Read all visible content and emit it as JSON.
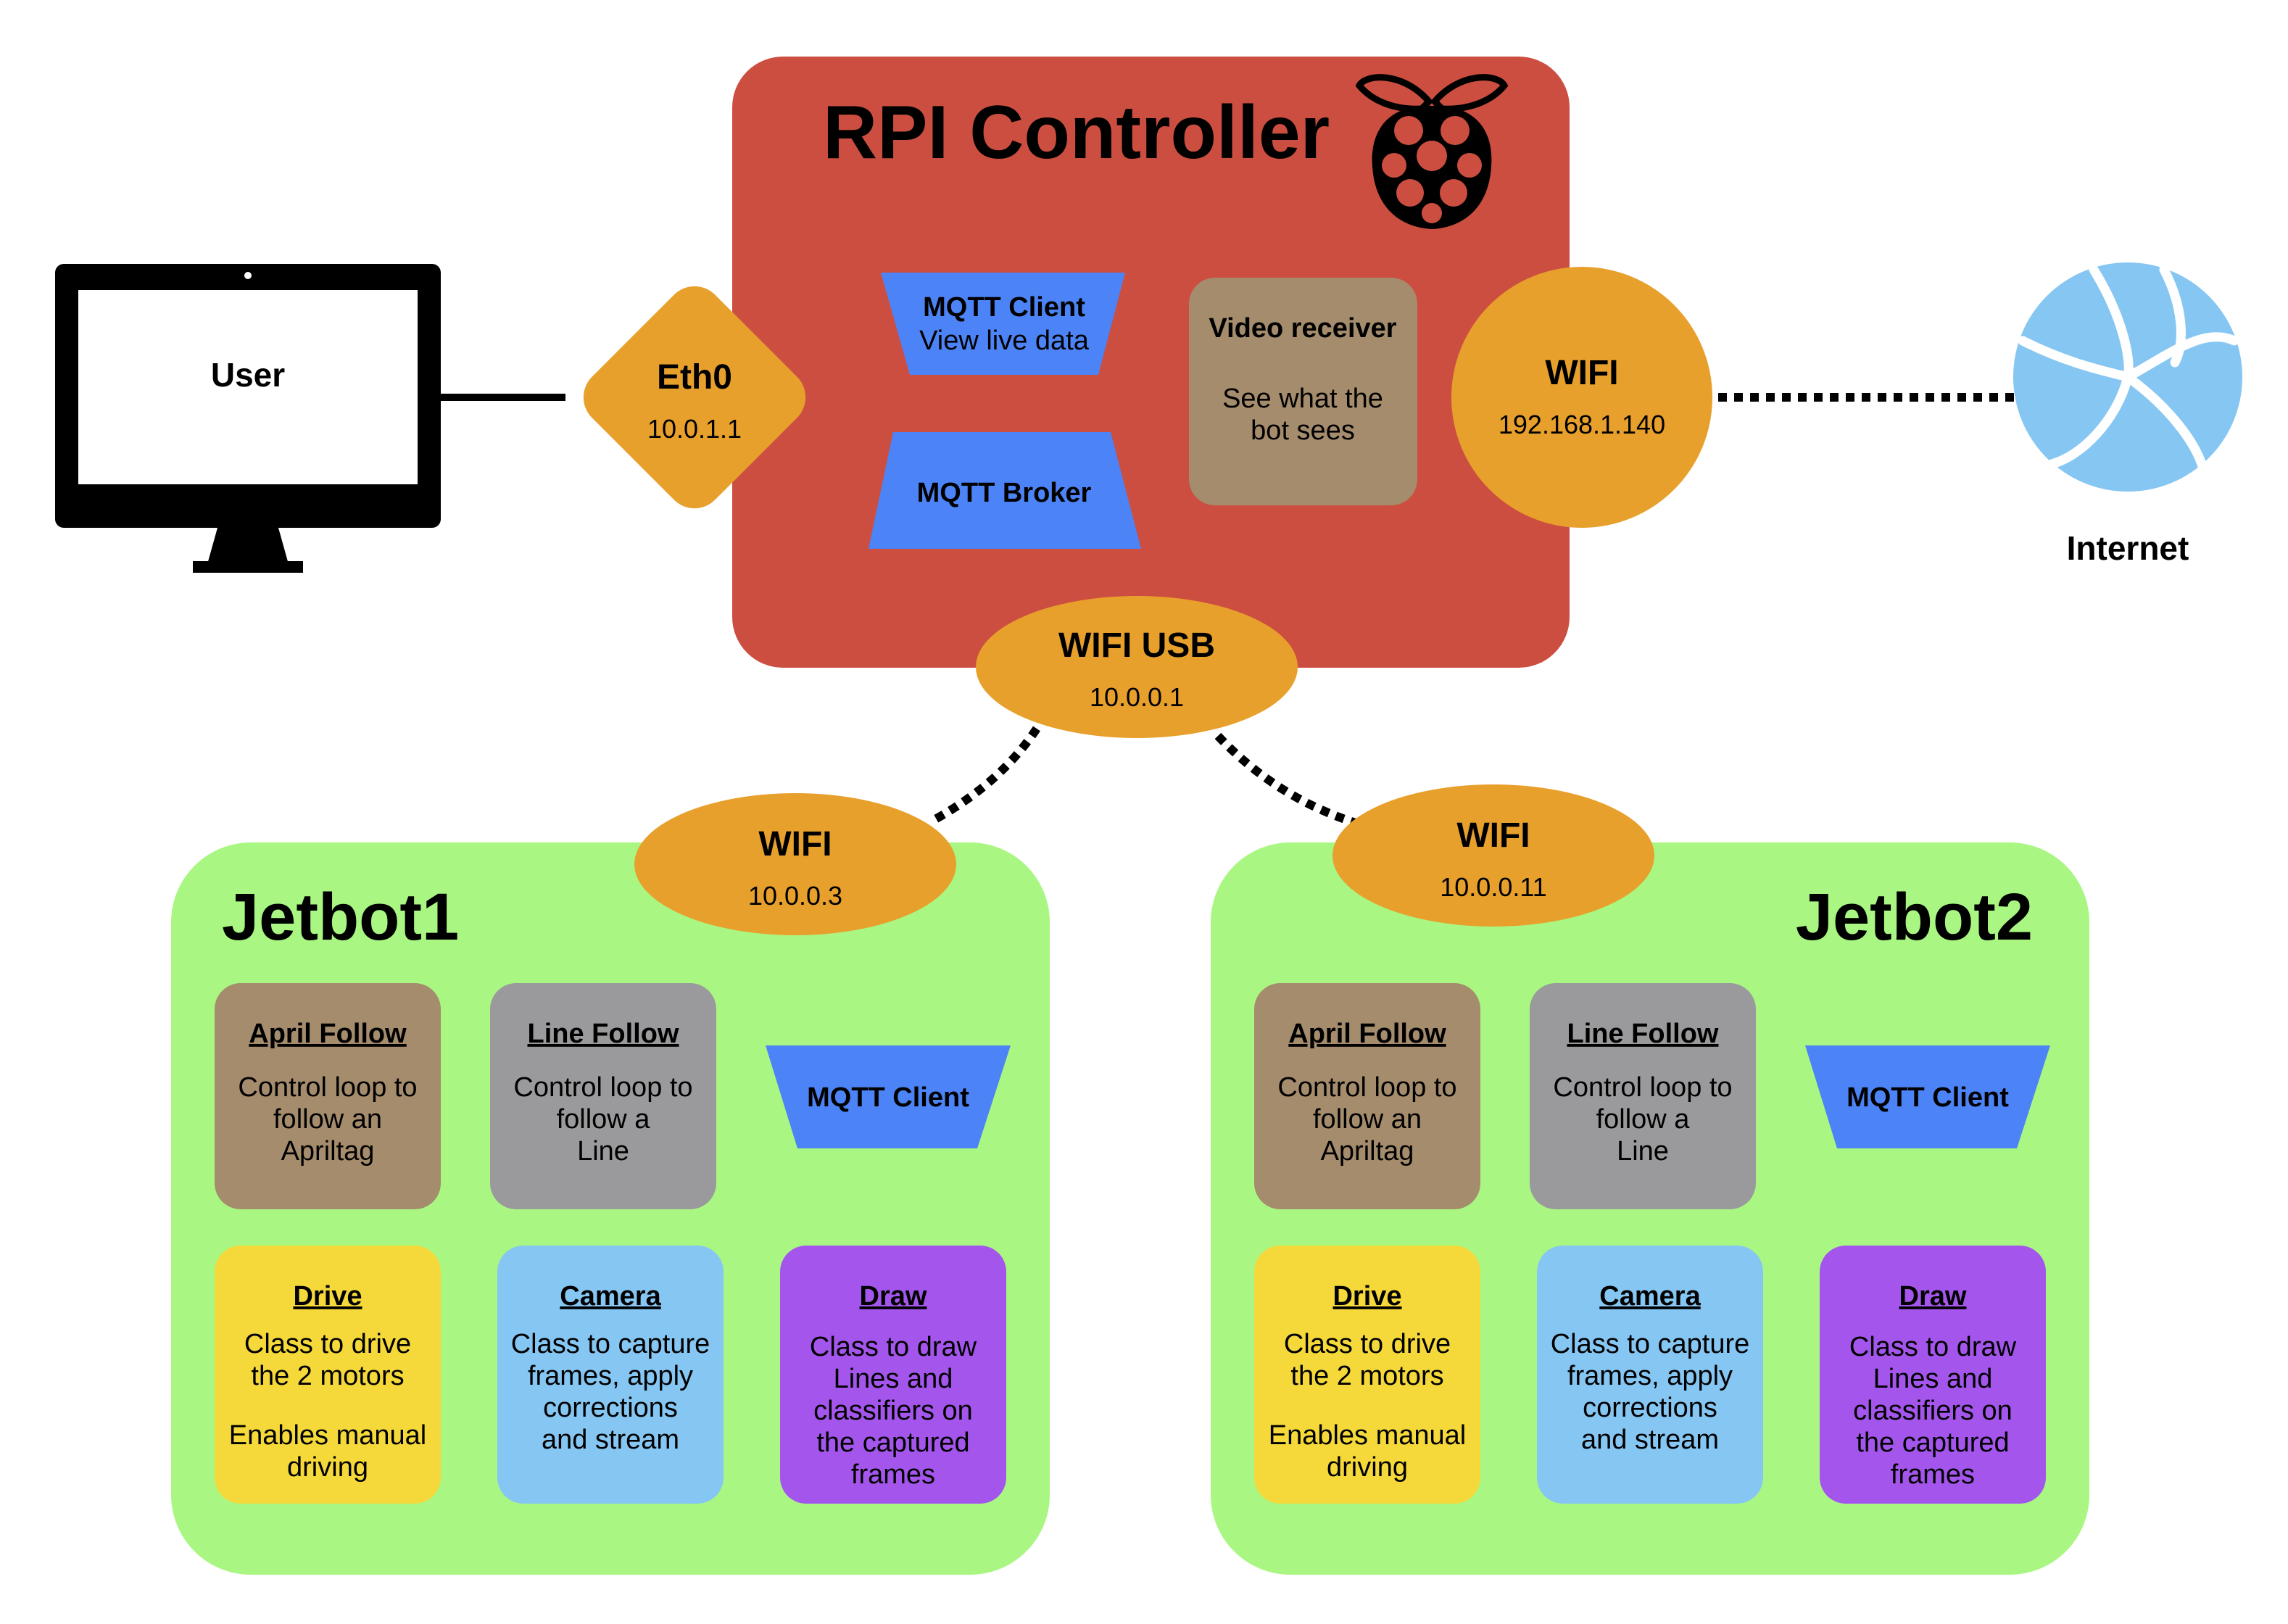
{
  "colors": {
    "rpi_box": "#cc4e40",
    "jetbot_box": "#a9f782",
    "interface": "#e8a02c",
    "mqtt": "#4c83f6",
    "video": "#a48c6c",
    "april": "#a48c6c",
    "line": "#9a9a9c",
    "drive": "#f5d93a",
    "camera": "#86c6f3",
    "draw": "#a456ec",
    "globe": "#86c6f3"
  },
  "user": {
    "label": "User",
    "icon": "monitor-icon"
  },
  "eth0": {
    "name": "Eth0",
    "ip": "10.0.1.1"
  },
  "rpi": {
    "title": "RPI Controller",
    "icon": "raspberry-pi-icon",
    "mqtt_client": {
      "title": "MQTT Client",
      "subtitle": "View live data"
    },
    "mqtt_broker": {
      "title": "MQTT Broker"
    },
    "video_receiver": {
      "title": "Video receiver",
      "line1": "See what the",
      "line2": "bot sees"
    },
    "wifi": {
      "name": "WIFI",
      "ip": "192.168.1.140"
    },
    "wifi_usb": {
      "name": "WIFI USB",
      "ip": "10.0.0.1"
    }
  },
  "internet": {
    "label": "Internet",
    "icon": "globe-icon"
  },
  "jetbots": [
    {
      "title": "Jetbot1",
      "wifi": {
        "name": "WIFI",
        "ip": "10.0.0.3"
      },
      "april": {
        "title": "April Follow",
        "lines": [
          "Control loop to",
          "follow an",
          "Apriltag"
        ]
      },
      "line_follow": {
        "title": "Line Follow",
        "lines": [
          "Control loop to",
          "follow a",
          "Line"
        ]
      },
      "mqtt": {
        "title": "MQTT Client"
      },
      "drive": {
        "title": "Drive",
        "lines": [
          "Class to drive",
          "the 2 motors"
        ],
        "lines2": [
          "Enables manual",
          "driving"
        ]
      },
      "camera": {
        "title": "Camera",
        "lines": [
          "Class to capture",
          "frames, apply",
          "corrections",
          "and stream"
        ]
      },
      "draw": {
        "title": "Draw",
        "lines": [
          "Class to draw",
          "Lines and",
          "classifiers on",
          "the captured",
          "frames"
        ]
      }
    },
    {
      "title": "Jetbot2",
      "wifi": {
        "name": "WIFI",
        "ip": "10.0.0.11"
      },
      "april": {
        "title": "April Follow",
        "lines": [
          "Control loop to",
          "follow an",
          "Apriltag"
        ]
      },
      "line_follow": {
        "title": "Line Follow",
        "lines": [
          "Control loop to",
          "follow a",
          "Line"
        ]
      },
      "mqtt": {
        "title": "MQTT Client"
      },
      "drive": {
        "title": "Drive",
        "lines": [
          "Class to drive",
          "the 2 motors"
        ],
        "lines2": [
          "Enables manual",
          "driving"
        ]
      },
      "camera": {
        "title": "Camera",
        "lines": [
          "Class to capture",
          "frames, apply",
          "corrections",
          "and stream"
        ]
      },
      "draw": {
        "title": "Draw",
        "lines": [
          "Class to draw",
          "Lines and",
          "classifiers on",
          "the captured",
          "frames"
        ]
      }
    }
  ]
}
